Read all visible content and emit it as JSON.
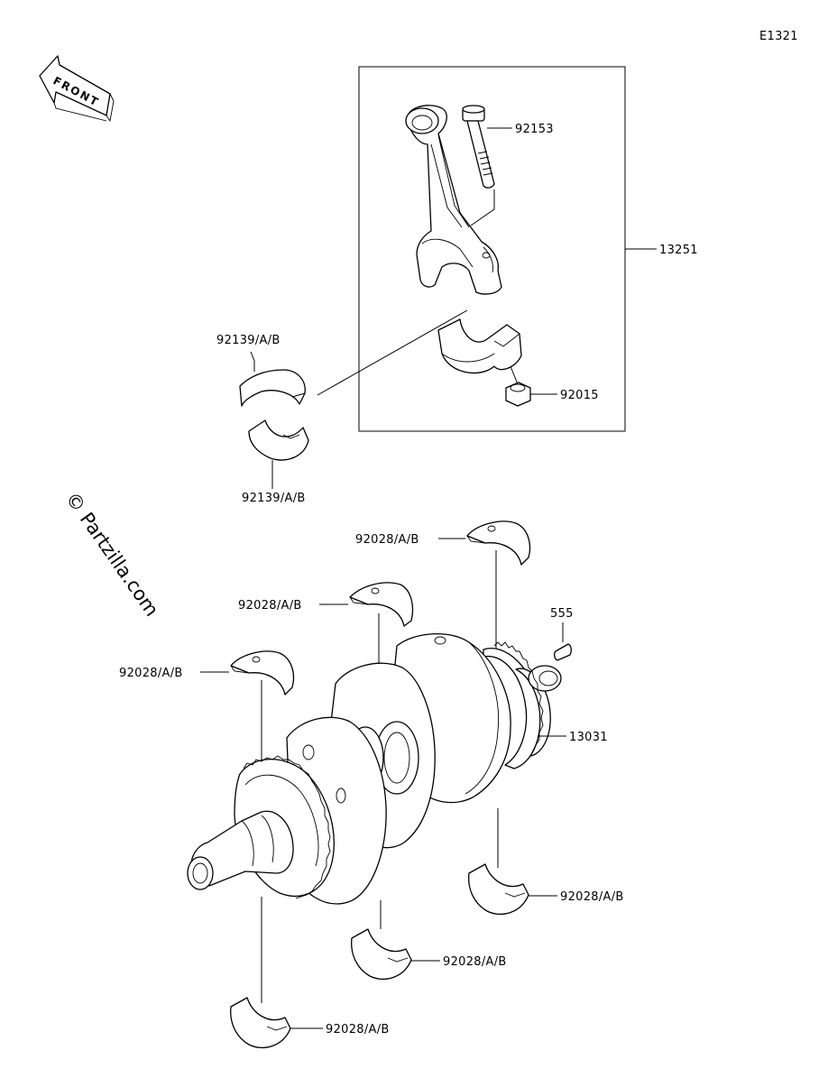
{
  "diagram": {
    "code": "E1321",
    "watermark": "© Partzilla.com",
    "front_label": "FRONT",
    "callouts": {
      "bolt": "92153",
      "conrod_assy": "13251",
      "conrod_bearing_upper": "92139/A/B",
      "conrod_bearing_lower": "92139/A/B",
      "nut": "92015",
      "main_bearing_1": "92028/A/B",
      "main_bearing_2": "92028/A/B",
      "main_bearing_3": "92028/A/B",
      "pin": "555",
      "crankshaft": "13031",
      "main_bearing_4": "92028/A/B",
      "main_bearing_5": "92028/A/B",
      "main_bearing_6": "92028/A/B"
    }
  }
}
